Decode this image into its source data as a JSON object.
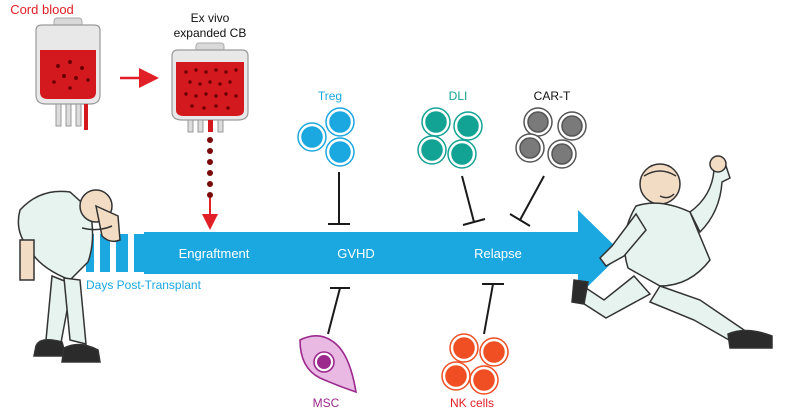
{
  "labels": {
    "cord_blood": "Cord blood",
    "ex_vivo_line1": "Ex vivo",
    "ex_vivo_line2": "expanded CB",
    "treg": "Treg",
    "dli": "DLI",
    "car_t": "CAR-T",
    "msc": "MSC",
    "nk_cells": "NK cells",
    "engraftment": "Engraftment",
    "gvhd": "GVHD",
    "relapse": "Relapse",
    "days_post_transplant": "Days Post-Transplant"
  },
  "colors": {
    "cord_blood_text": "#e01f26",
    "timeline_arrow": "#1ba7e0",
    "timeline_text": "#ffffff",
    "days_text": "#1ba7e0",
    "treg_cell": "#1ba7e0",
    "dli_cell": "#13a394",
    "car_t_cell": "#7a7a7a",
    "msc_cell": "#9b2a8c",
    "nk_cell": "#f04e23",
    "blood_red": "#d3191e",
    "inhibitor_line": "#1a1a1a"
  },
  "icons": {
    "cord_blood_bag": "blood-bag-icon",
    "expanded_bag": "blood-bag-icon",
    "sick_patient": "hunched-patient-icon",
    "healthy_patient": "running-patient-icon"
  }
}
